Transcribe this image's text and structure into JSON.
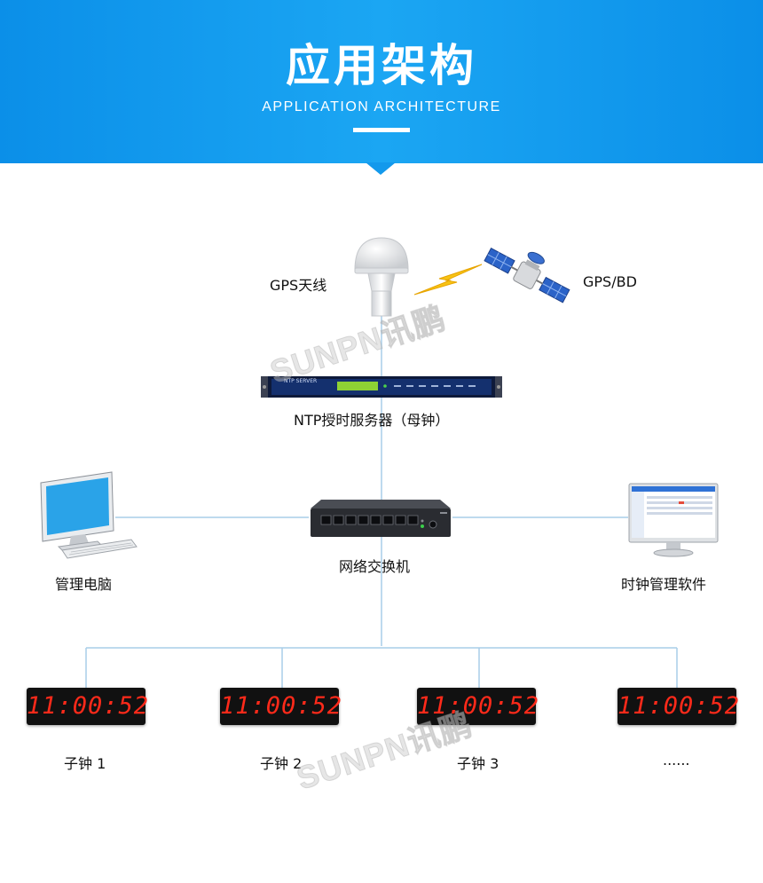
{
  "header": {
    "title": "应用架构",
    "subtitle": "APPLICATION ARCHITECTURE"
  },
  "nodes": {
    "gps_antenna": "GPS天线",
    "satellite": "GPS/BD",
    "ntp_server": "NTP授时服务器（母钟）",
    "ntp_panel_label": "NTP SERVER",
    "switch": "网络交换机",
    "management_pc": "管理电脑",
    "clock_software": "时钟管理软件"
  },
  "clocks": [
    {
      "label": "子钟 1",
      "time": "11:00:52"
    },
    {
      "label": "子钟 2",
      "time": "11:00:52"
    },
    {
      "label": "子钟 3",
      "time": "11:00:52"
    },
    {
      "label": "......",
      "time": "11:00:52"
    }
  ],
  "watermark": "SUNPN讯鹏",
  "colors": {
    "banner": "#1399ec",
    "line": "#a9cde8",
    "clock_digits": "#ff2a1a"
  }
}
